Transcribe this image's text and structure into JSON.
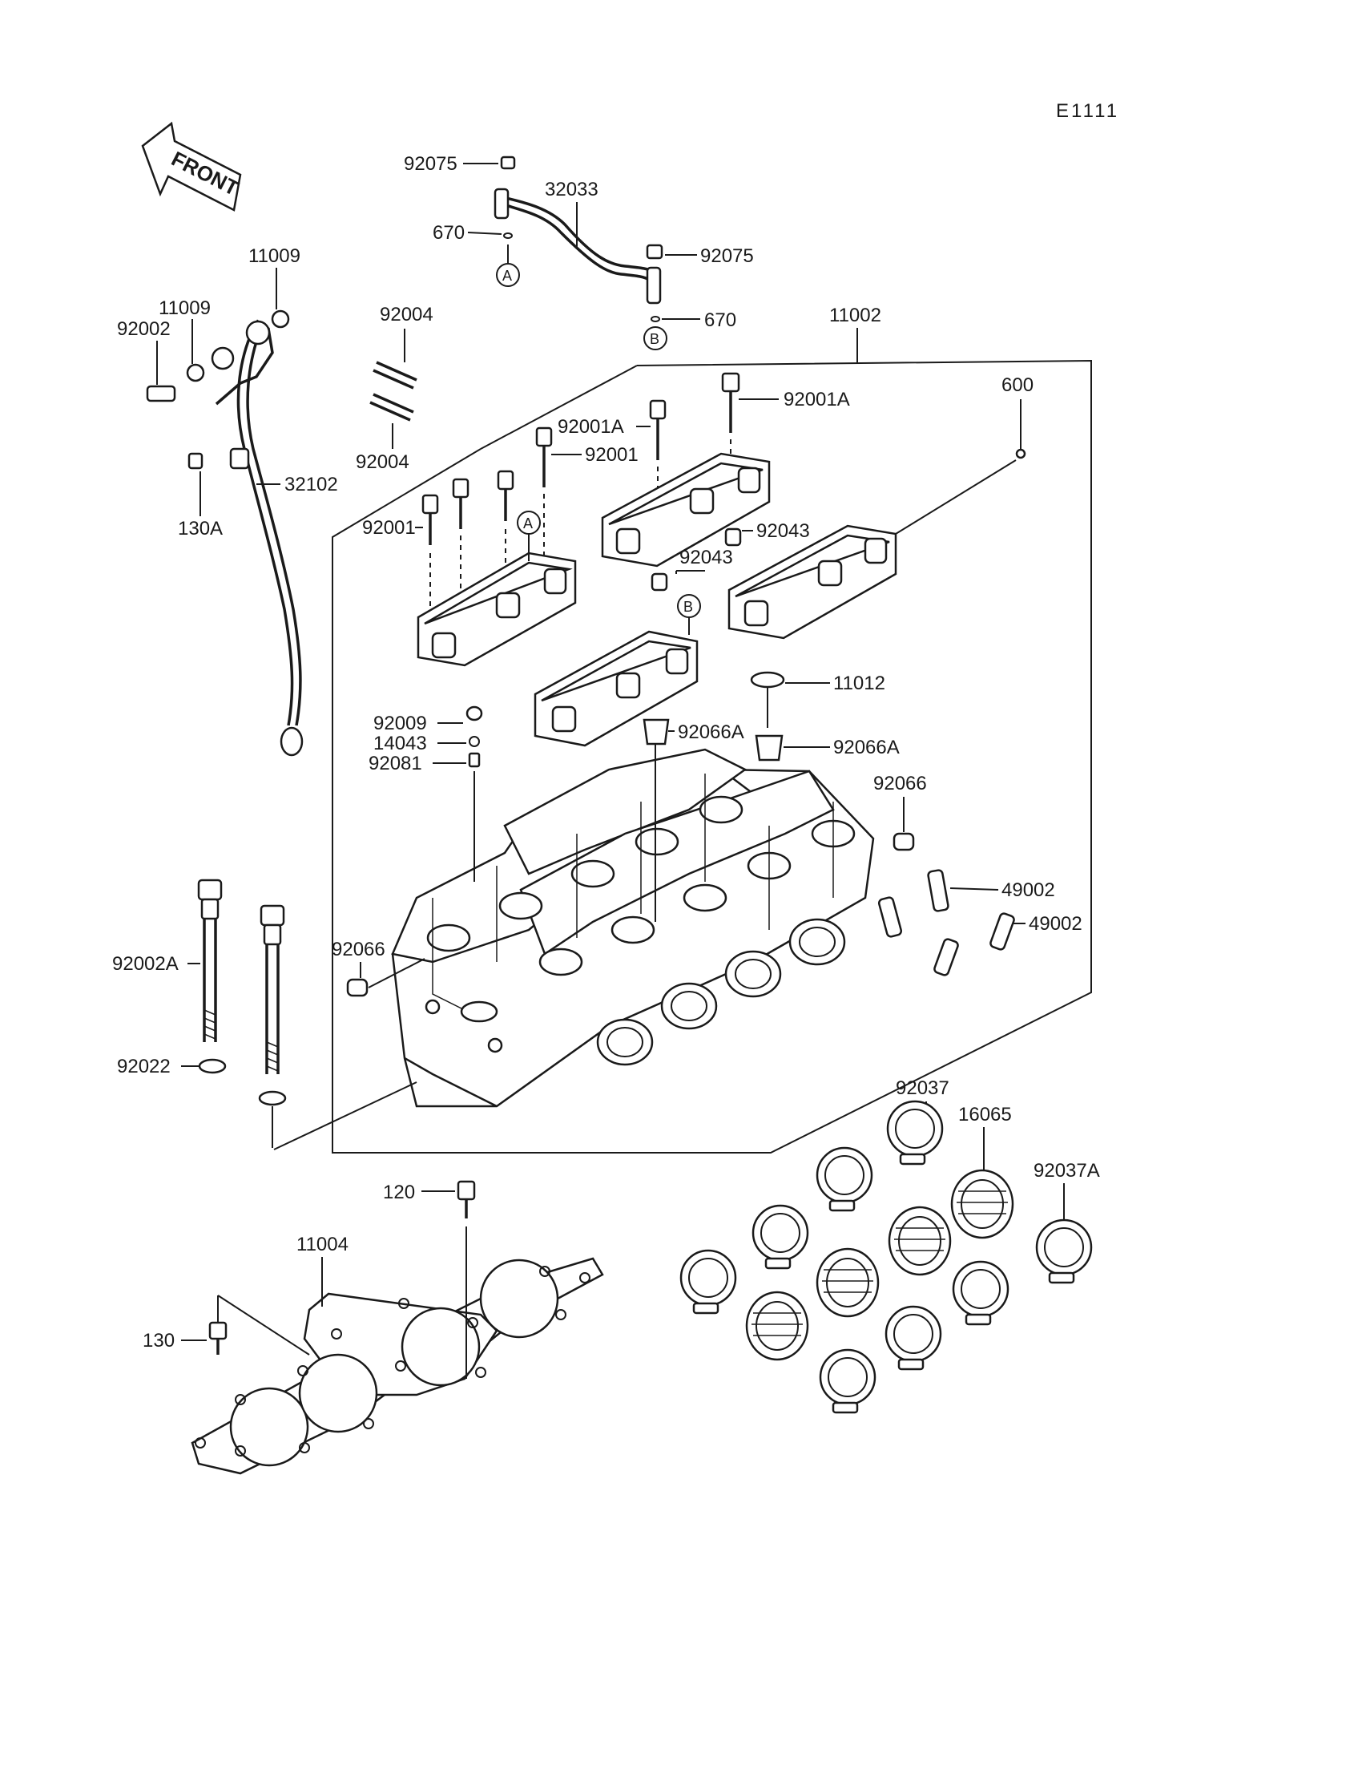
{
  "diagram_code": "E1111",
  "front_label": "FRONT",
  "callouts": {
    "p92075_top": "92075",
    "p32033": "32033",
    "p670_top": "670",
    "ref_a_top": "A",
    "p92075_mid": "92075",
    "p670_mid": "670",
    "ref_b_top": "B",
    "p11002": "11002",
    "p11009_top": "11009",
    "p11009_mid": "11009",
    "p92002": "92002",
    "p92004_top": "92004",
    "p92004_bot": "92004",
    "p92001A_right": "92001A",
    "p600": "600",
    "p92001A_mid": "92001A",
    "p92001_mid": "92001",
    "p32102": "32102",
    "p130A": "130A",
    "p92001_left": "92001",
    "ref_a_mid": "A",
    "p92043_a": "92043",
    "p92043_b": "92043",
    "ref_b_mid": "B",
    "p11012": "11012",
    "p92009": "92009",
    "p14043": "14043",
    "p92081": "92081",
    "p92066A_left": "92066A",
    "p92066A_right": "92066A",
    "p92066_right": "92066",
    "p49002_a": "49002",
    "p49002_b": "49002",
    "p92002A": "92002A",
    "p92066_left": "92066",
    "p92022": "92022",
    "p92037": "92037",
    "p16065": "16065",
    "p92037A": "92037A",
    "p120": "120",
    "p11004": "11004",
    "p130": "130"
  }
}
